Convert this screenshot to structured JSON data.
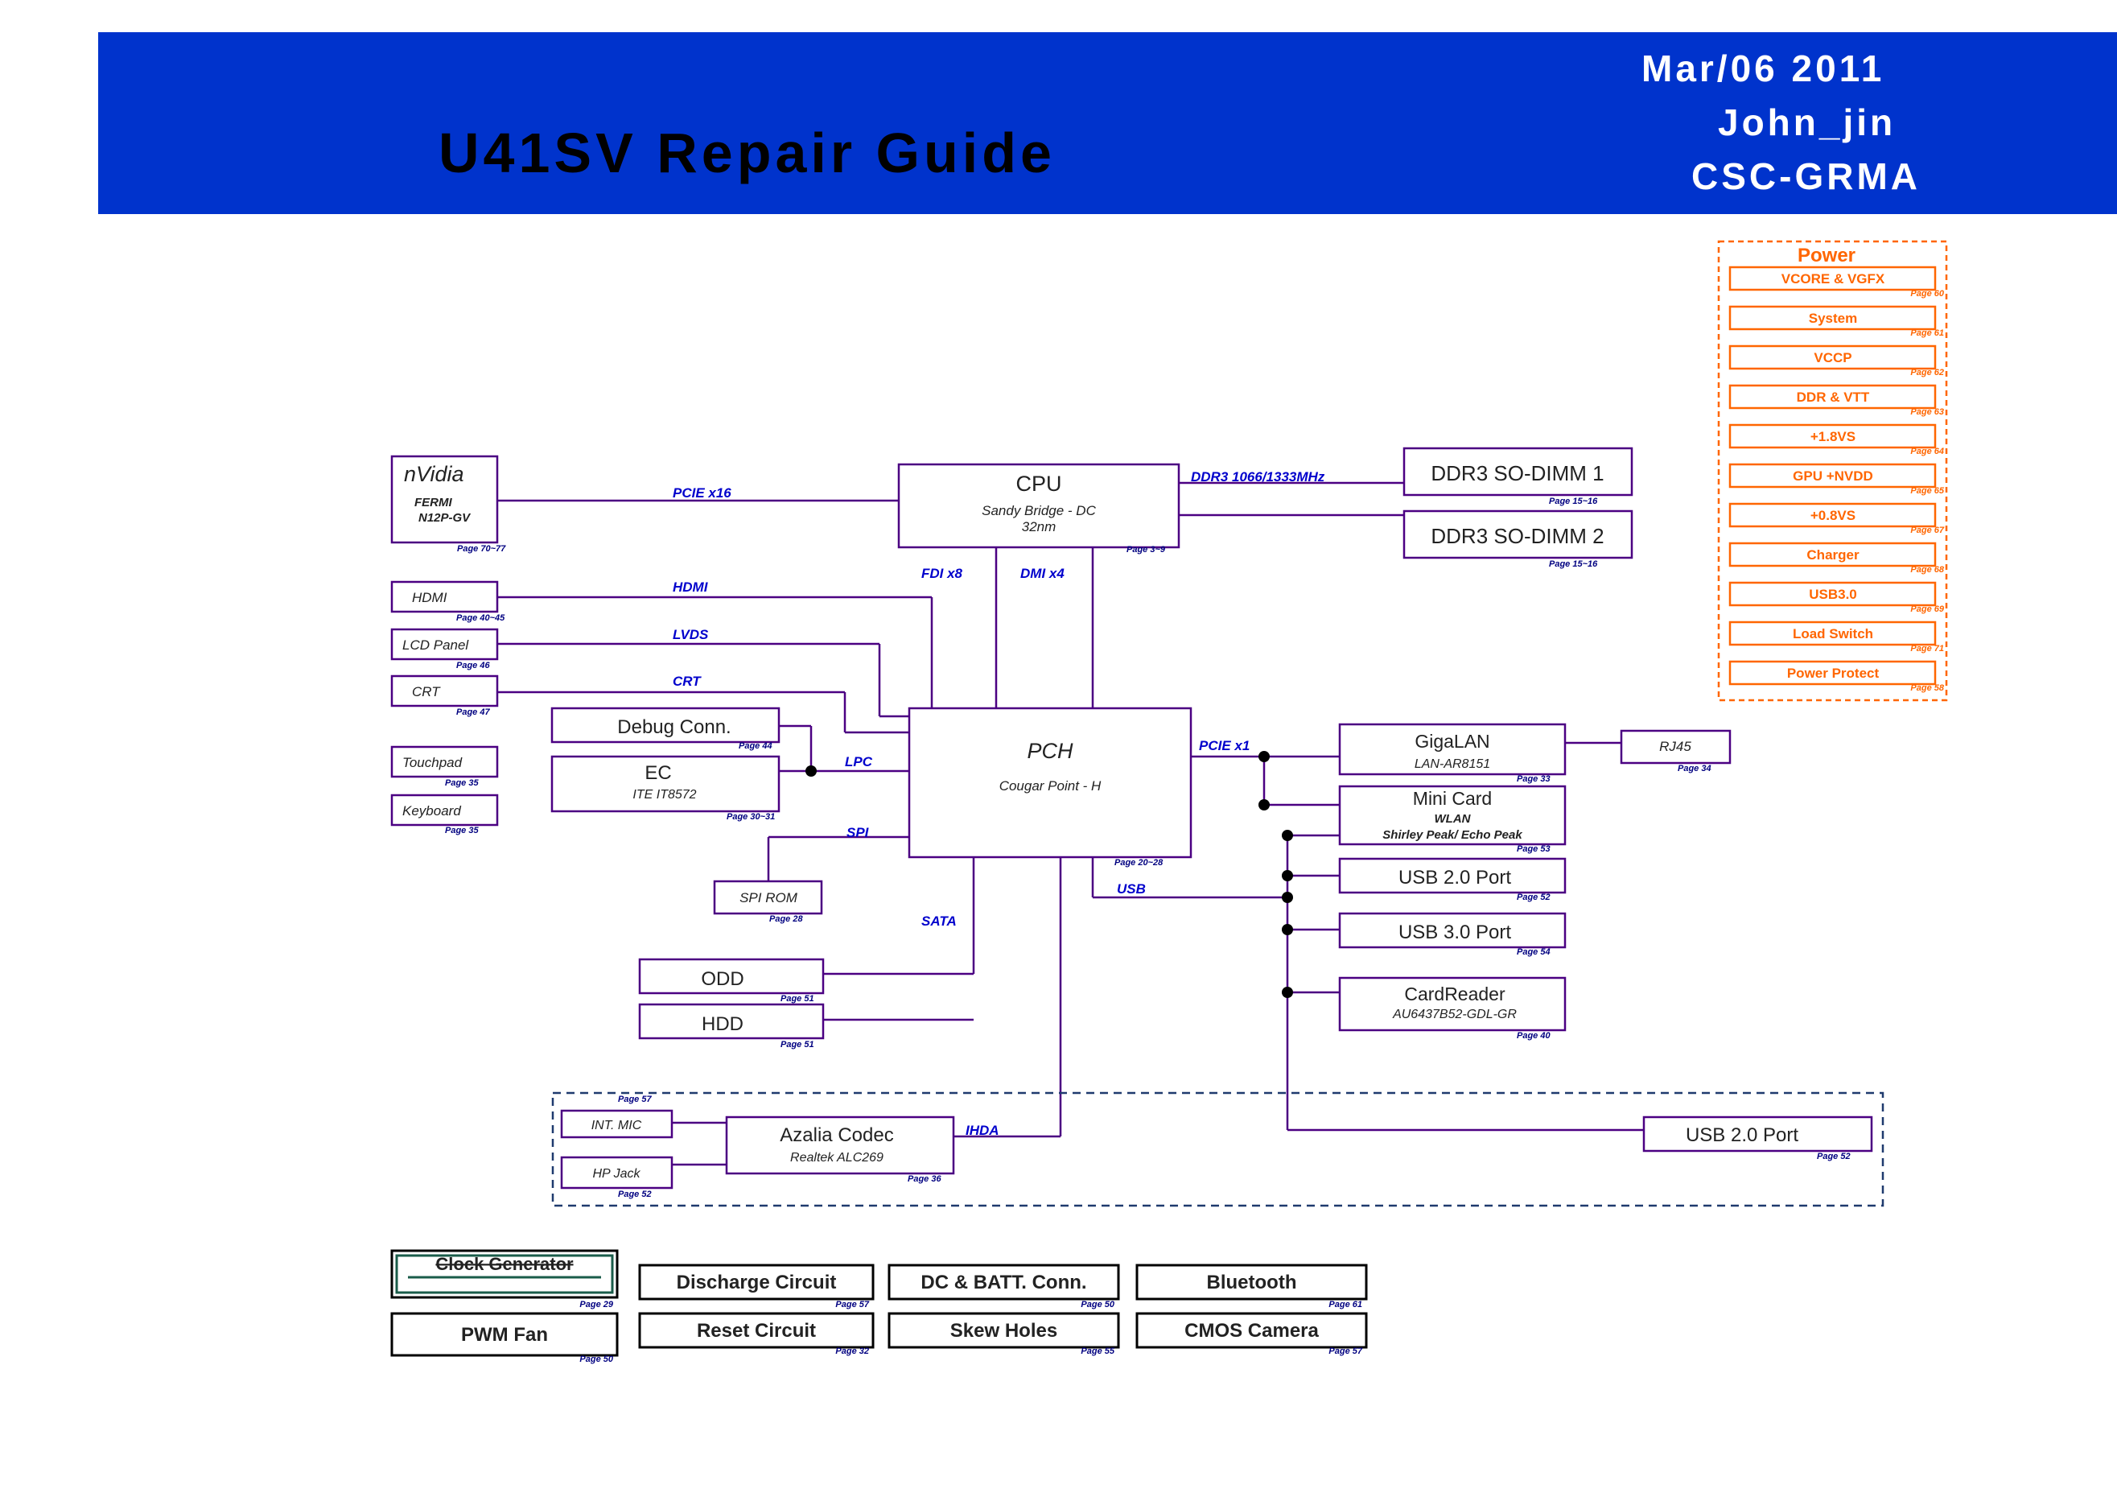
{
  "header": {
    "title": "U41SV Repair Guide",
    "date": "Mar/06 2011",
    "author": "John_jin",
    "dept": "CSC-GRMA"
  },
  "power": {
    "title": "Power",
    "items": [
      {
        "label": "VCORE & VGFX",
        "page": "Page 60"
      },
      {
        "label": "System",
        "page": "Page 61"
      },
      {
        "label": "VCCP",
        "page": "Page 62"
      },
      {
        "label": "DDR & VTT",
        "page": "Page 63"
      },
      {
        "label": "+1.8VS",
        "page": "Page 64"
      },
      {
        "label": "GPU +NVDD",
        "page": "Page 65"
      },
      {
        "label": "+0.8VS",
        "page": "Page 67"
      },
      {
        "label": "Charger",
        "page": "Page 68"
      },
      {
        "label": "USB3.0",
        "page": "Page 69"
      },
      {
        "label": "Load Switch",
        "page": "Page 71"
      },
      {
        "label": "Power Protect",
        "page": "Page 58"
      }
    ]
  },
  "blocks": {
    "nvidia": {
      "title": "nVidia",
      "line1": "FERMI",
      "line2": "N12P-GV",
      "page": "Page 70~77"
    },
    "cpu": {
      "title": "CPU",
      "line1": "Sandy Bridge - DC",
      "line2": "32nm",
      "page": "Page 3~9"
    },
    "dimm1": {
      "title": "DDR3 SO-DIMM 1",
      "page": "Page 15~16"
    },
    "dimm2": {
      "title": "DDR3 SO-DIMM 2",
      "page": "Page 15~16"
    },
    "hdmi": {
      "title": "HDMI",
      "page": "Page 40~45"
    },
    "lcd": {
      "title": "LCD Panel",
      "page": "Page 46"
    },
    "crt": {
      "title": "CRT",
      "page": "Page 47"
    },
    "debug": {
      "title": "Debug Conn.",
      "page": "Page 44"
    },
    "ec": {
      "title": "EC",
      "line1": "ITE IT8572",
      "page": "Page 30~31"
    },
    "touchpad": {
      "title": "Touchpad",
      "page": "Page 35"
    },
    "keyboard": {
      "title": "Keyboard",
      "page": "Page 35"
    },
    "pch": {
      "title": "PCH",
      "line1": "Cougar Point - H",
      "page": "Page 20~28"
    },
    "spirom": {
      "title": "SPI ROM",
      "page": "Page 28"
    },
    "odd": {
      "title": "ODD",
      "page": "Page 51"
    },
    "hdd": {
      "title": "HDD",
      "page": "Page 51"
    },
    "gigalan": {
      "title": "GigaLAN",
      "line1": "LAN-AR8151",
      "page": "Page 33"
    },
    "rj45": {
      "title": "RJ45",
      "page": "Page 34"
    },
    "minicard": {
      "title": "Mini Card",
      "line1": "WLAN",
      "line2": "Shirley Peak/ Echo Peak",
      "page": "Page 53"
    },
    "usb20": {
      "title": "USB 2.0 Port",
      "page": "Page 52"
    },
    "usb30": {
      "title": "USB 3.0 Port",
      "page": "Page 54"
    },
    "cardreader": {
      "title": "CardReader",
      "line1": "AU6437B52-GDL-GR",
      "page": "Page 40"
    },
    "intmic": {
      "title": "INT. MIC",
      "page": "Page 57"
    },
    "hpjack": {
      "title": "HP Jack",
      "page": "Page 52"
    },
    "codec": {
      "title": "Azalia Codec",
      "line1": "Realtek ALC269",
      "page": "Page 36"
    },
    "usb20b": {
      "title": "USB 2.0 Port",
      "page": "Page 52"
    }
  },
  "buses": {
    "pcie16": "PCIE x16",
    "ddr3": "DDR3 1066/1333MHz",
    "fdi": "FDI x8",
    "dmi": "DMI x4",
    "hdmi": "HDMI",
    "lvds": "LVDS",
    "crt": "CRT",
    "lpc": "LPC",
    "spi": "SPI",
    "sata": "SATA",
    "pcie1": "PCIE x1",
    "usb": "USB",
    "ihda": "IHDA"
  },
  "misc": [
    {
      "label": "Clock Generator",
      "page": "Page 29"
    },
    {
      "label": "Discharge Circuit",
      "page": "Page 57"
    },
    {
      "label": "DC & BATT. Conn.",
      "page": "Page 50"
    },
    {
      "label": "Bluetooth",
      "page": "Page 61"
    },
    {
      "label": "PWM Fan",
      "page": "Page 50"
    },
    {
      "label": "Reset Circuit",
      "page": "Page 32"
    },
    {
      "label": "Skew Holes",
      "page": "Page 55"
    },
    {
      "label": "CMOS Camera",
      "page": "Page 57"
    }
  ],
  "colors": {
    "banner": "#0033cc",
    "line": "#4b0082",
    "bus": "#0000cc",
    "power": "#ff6600"
  }
}
